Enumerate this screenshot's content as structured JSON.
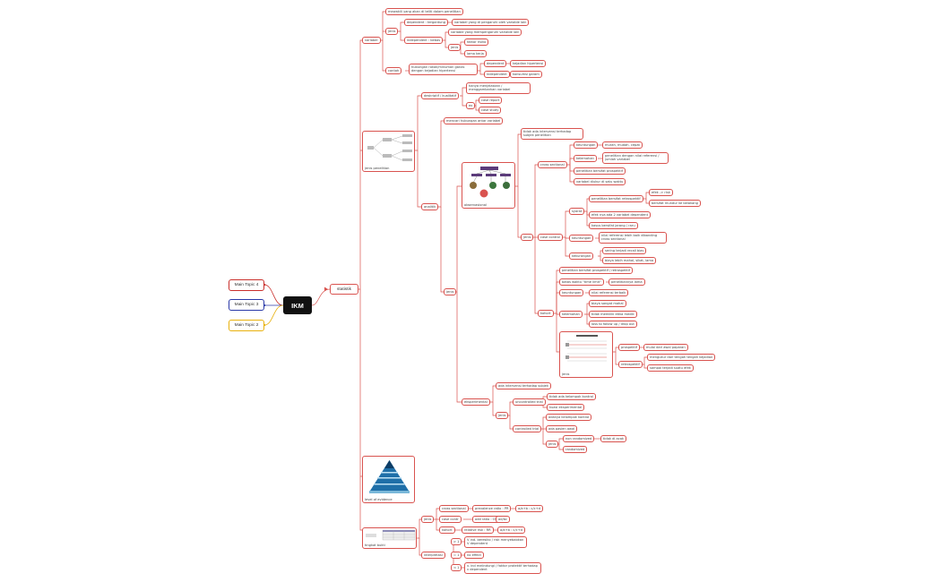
{
  "root": "IKM",
  "main_topics": [
    "Main Topic 4",
    "Main Topic 3",
    "Main Topic 2"
  ],
  "main_colors": [
    "#c9302c",
    "#2b3aa8",
    "#e8b10d"
  ],
  "branch": "statistik",
  "accent": "#d9534f",
  "images": {
    "observasional": "observasional",
    "jenis_penelitian": "jenis penelitian",
    "level_evidence": "level of evidence",
    "kohort_jenis": "jenis",
    "tingkat_bukti": "tingkat bukti"
  },
  "nodes": {
    "variabel": "variabel",
    "var_def": "mewakili yang akan di teliti dalam penelitian",
    "var_jenis": "jenis",
    "dependent": "dependent : tergantung",
    "dependent_def": "variabel yang di pengaruhi oleh variable lain",
    "independent": "independent : bebas",
    "independent_def": "variable yang mempengaruhi variable lain",
    "jenis_ind": "jenis",
    "faktor_risiko": "faktor risiko",
    "lama_kerja": "lama kerja",
    "contoh": "contoh",
    "contoh_def": "hubungan rokok/minuman ganas dengan kejadian hipertensi",
    "contoh_dep": "dependent",
    "contoh_dep_val": "kejadian hipertensi",
    "contoh_ind": "independent",
    "contoh_ind_val": "konsumsi garam",
    "deskriptif": "deskriptif / kualitatif",
    "desk_def": "hanya menjelaskan / menggambarkan variabel",
    "desk_ex": "ex",
    "case_report": "case report",
    "case_study": "case study",
    "analitik": "analitik",
    "analitik_def": "mencari hubungan antar variabel",
    "jenis_an": "jenis",
    "obs_def": "tidak ada intervensi terhadap subjek penelitian",
    "obs_jenis": "jenis",
    "cross": "cross sectional",
    "cross_kel": "keuntungan",
    "cross_kel_val": "murah, mudah, cepat",
    "cross_kek": "kelemahan",
    "cross_kek_val": "penelitian dengan nilai referensi / jumlah variabel",
    "cross_prosp": "penelitian bersifat prospektif",
    "cross_var": "variabel diukur di satu waktu",
    "case": "case control",
    "case_syarat": "syarat",
    "case_retro": "penelitian bersifat retrospektif",
    "case_efek": "efek -> risk",
    "case_mundur": "bersifat mundur ke belakang",
    "case_efek2": "efek nya ada 2 variabel dependent",
    "case_kasus": "kasus bersifat jarang / raru",
    "case_kel": "keuntungan",
    "case_kel_val": "nilai referensi lebih baik dibanding cross sectional",
    "case_kek": "kekurangan",
    "case_kek1": "sering terjadi recall bias",
    "case_kek2": "biaya lebih mahal, sikat, lama",
    "kohort": "kohort",
    "koh_prosp": "penelitian bersifat prospektif / retrospektif",
    "koh_waktu": "batas waktu \"time limit\"",
    "koh_waktu_val": "penelitiannya lama",
    "koh_kel": "keuntungan",
    "koh_kel_val": "nilai referensi terbaik",
    "koh_kek": "kelemahan",
    "koh_kek1": "biaya sangat mahal",
    "koh_kek2": "tidak memiliki etika medik",
    "koh_kek3": "loss to follow up / drop out",
    "koh_prosp2": "prospektif",
    "koh_prosp2_val": "mulai dari awal paparan",
    "koh_retro": "retrospektif",
    "koh_retro1": "mengukur dari tengah tengah kejadian",
    "koh_retro2": "sampai terjadi suatu efek",
    "eksperimental": "eksperimental",
    "eks_def": "ada intervensi terhadap subjek",
    "eks_jenis": "jenis",
    "unctrl": "uncontrolled trial",
    "unctrl1": "tidak ada kelompok kontrol",
    "unctrl2": "kuasi eksperimental",
    "ctrl": "controlled trial",
    "ctrl1": "adanya kelompok kontrol",
    "ctrl2": "ada pasien awal",
    "ctrl_jenis": "jenis",
    "nonrand": "non randomized",
    "nonrand_val": "tidak di acak",
    "rand": "randomized",
    "uk_jenis": "jenis",
    "uk_cross": "cross sectional",
    "uk_cross_val": "prevalence ratio : PR",
    "uk_cross_f": "a/a+b : c/c+d",
    "uk_case": "case contr",
    "uk_case_val": "odd ratio : OD",
    "uk_case_f": "ad/bc",
    "uk_koh": "kohort",
    "uk_koh_val": "relative risk : RR",
    "uk_koh_f": "a/a+b : c/c+d",
    "interpretasi": "interpretasi",
    "gt1": "> 1",
    "gt1_val": "V ind. beresiko / risk menyebabkan V dependent",
    "eq1": "= 1",
    "eq1_val": "no effect",
    "lt1": "< 1",
    "lt1_val": "v. ind melindungi / faktor protektif terhadap v dependent"
  }
}
